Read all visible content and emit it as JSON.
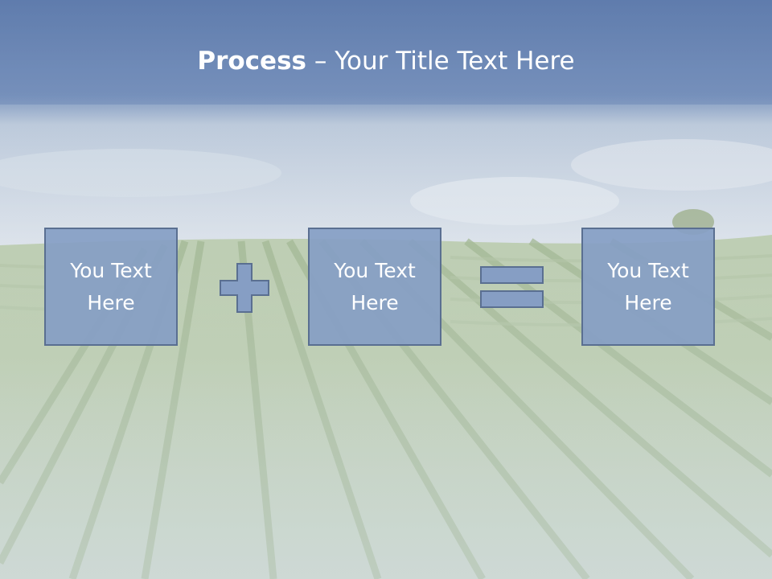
{
  "title": {
    "bold": "Process",
    "dash": " – ",
    "rest": "Your Title Text Here"
  },
  "boxes": [
    {
      "line1": "You Text",
      "line2": "Here"
    },
    {
      "line1": "You Text",
      "line2": "Here"
    },
    {
      "line1": "You Text",
      "line2": "Here"
    }
  ],
  "operators": {
    "plus_icon": "plus-icon",
    "equals_icon": "equals-icon"
  },
  "colors": {
    "title_band": "#6682b3",
    "box_fill": "#869ec4",
    "box_border": "#5a6f91",
    "text": "#ffffff"
  }
}
